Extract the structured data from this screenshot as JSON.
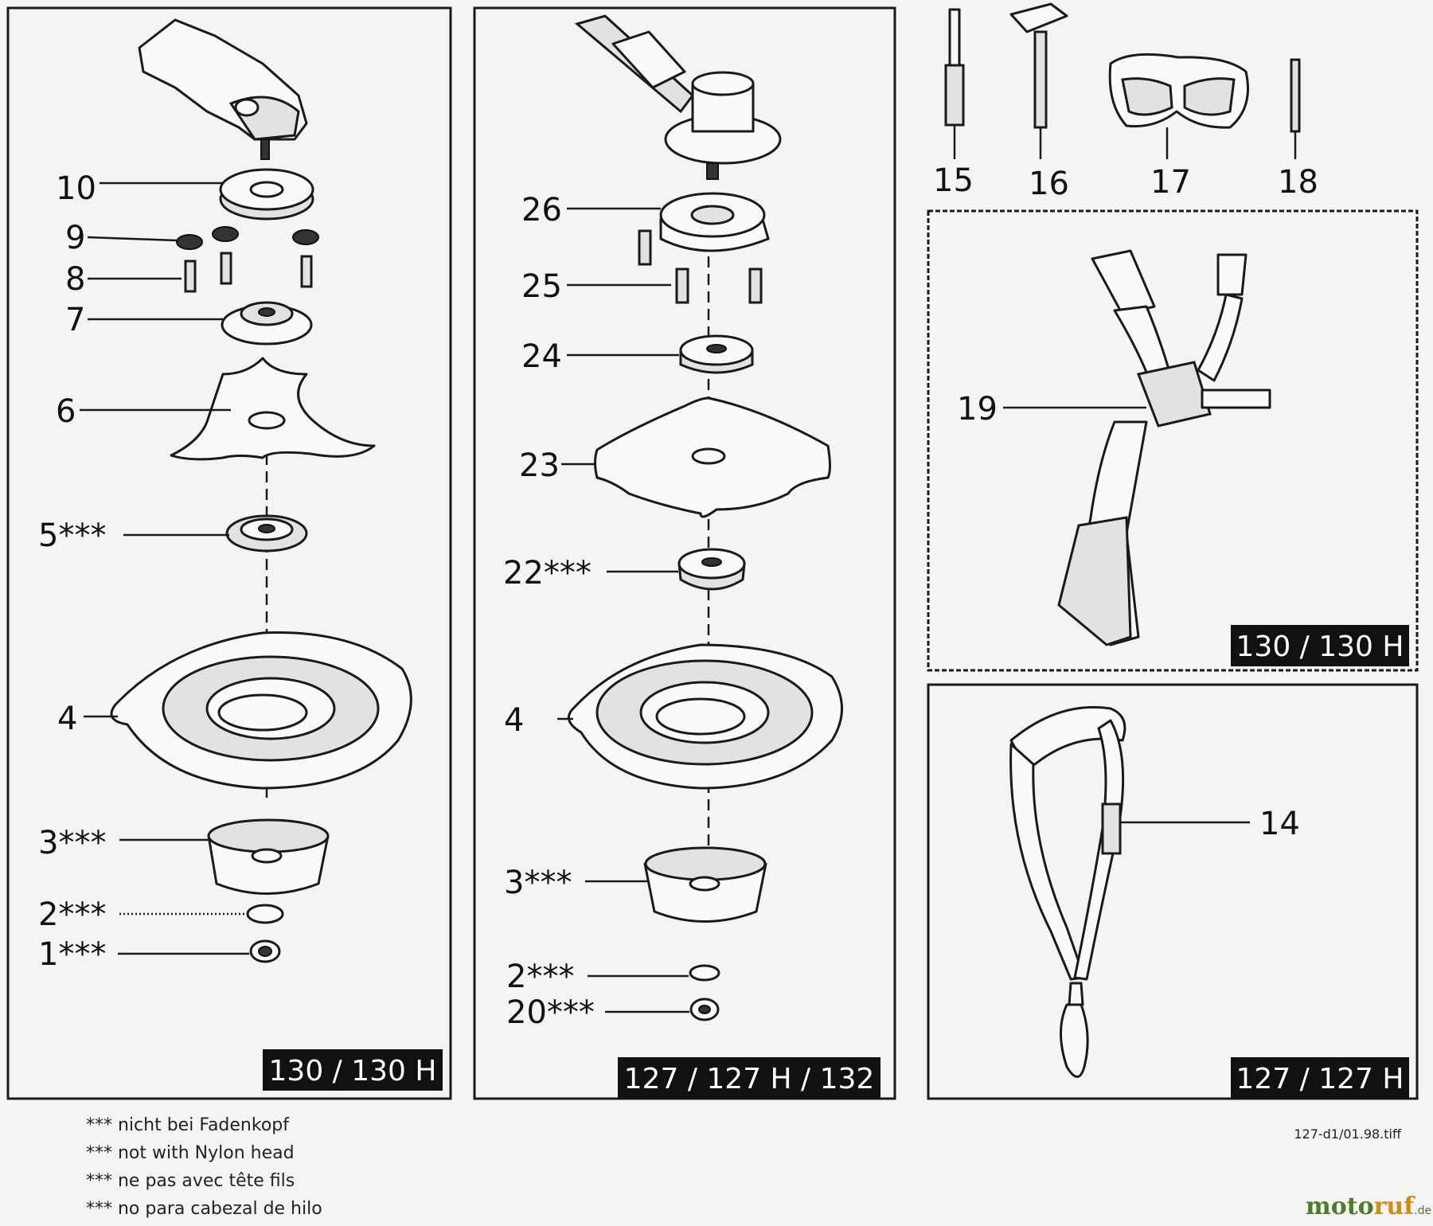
{
  "left_panel": {
    "badge": "130 / 130 H",
    "labels": [
      "10",
      "9",
      "8",
      "7",
      "6",
      "5***",
      "4",
      "3***",
      "2***",
      "1***"
    ]
  },
  "middle_panel": {
    "badge": "127 / 127 H / 132",
    "labels": [
      "26",
      "25",
      "24",
      "23",
      "22***",
      "4",
      "3***",
      "2***",
      "20***"
    ]
  },
  "tools": {
    "labels": [
      "15",
      "16",
      "17",
      "18"
    ]
  },
  "harness_panel": {
    "badge": "130 / 130 H",
    "label": "19"
  },
  "strap_panel": {
    "badge": "127 / 127 H",
    "label": "14"
  },
  "footnotes": [
    "*** nicht bei Fadenkopf",
    "*** not with Nylon head",
    "*** ne pas avec tête fils",
    "*** no para cabezal de hilo"
  ],
  "file_code": "127-d1/01.98.tiff",
  "watermark": {
    "part1": "moto",
    "part2": "ruf",
    "suffix": ".de"
  }
}
